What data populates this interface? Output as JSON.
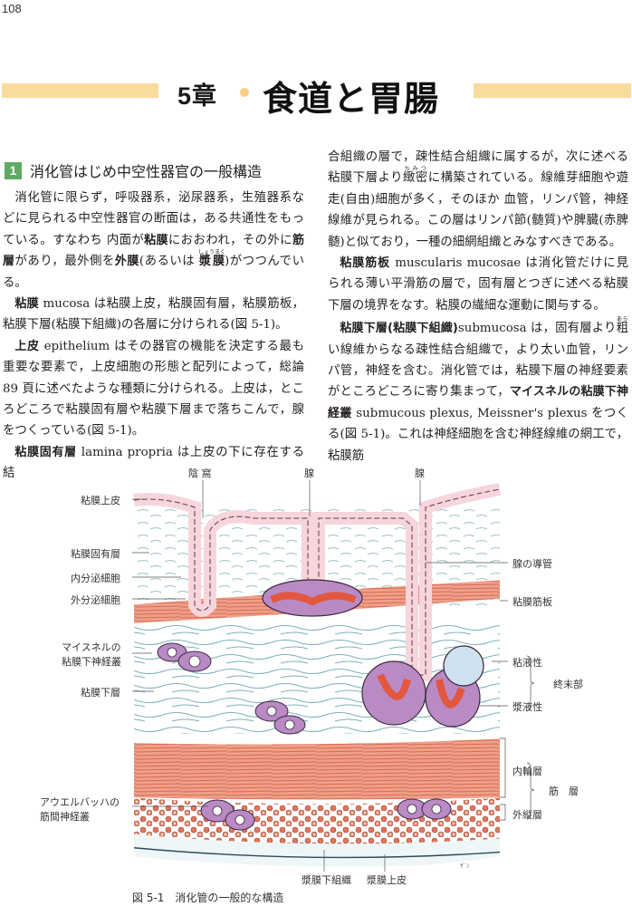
{
  "page_number": "108",
  "chapter": {
    "number": "5章",
    "title": "食道と胃腸",
    "bar_color": "#fadb9e",
    "dot_color": "#f7cf86"
  },
  "section": {
    "number": "1",
    "title": "消化管はじめ中空性器官の一般構造",
    "badge_color": "#5daa63"
  },
  "left_column": {
    "p1": {
      "t1": "消化管に限らず，呼吸器系，泌尿器系，生殖器系などに見られる中空性器官の断面は，ある共通性をもっている。すなわち 内面が",
      "b1": "粘膜",
      "t2": "におおわれ，その外に",
      "b2": "筋層",
      "t3": "があり，最外側を",
      "b3": "外膜",
      "t4": "(あるいは ",
      "b4": "漿膜",
      "b4_ruby": "しょうまく",
      "t5": ")がつつんでいる。"
    },
    "p2": {
      "b1": "粘膜",
      "t1": " mucosa は粘膜上皮，粘膜固有層，粘膜筋板，粘膜下層(粘膜下組織)の各層に分けられる(図 5-1)。"
    },
    "p3": {
      "b1": "上皮",
      "t1": " epithelium はその器官の機能を決定する最も重要な要素で，上皮細胞の形態と配列によって，総論 89 頁に述べたような種類に分けられる。上皮は，ところどころで粘膜固有層や粘膜下層まで落ちこんで，腺をつくっている(図 5-1)。"
    },
    "p4": {
      "b1": "粘膜固有層",
      "t1": " lamina propria は上皮の下に存在する結"
    }
  },
  "right_column": {
    "p1": {
      "t1": "合組織の層で，疎性結合組織に属するが，次に述べる粘膜下層より",
      "r1": "緻密",
      "r1_ruby": "ちみつ",
      "t2": "に構築されている。線維芽細胞や遊走(自由)細胞が多く，そのほか 血管，リンパ管，神経線維が見られる。この層はリンパ節(髄質)や脾臓(赤脾髄)と似ており，一種の細網組織とみなすべきである。"
    },
    "p2": {
      "b1": "粘膜筋板",
      "t1": " muscularis mucosae は消化管だけに見られる薄い平滑筋の層で，固有層とつぎに述べる粘膜下層の境界をなす。粘膜の繊細な運動に関与する。"
    },
    "p3": {
      "b1": "粘膜下層(粘膜下組織)",
      "t1": "submucosa は，固有層より",
      "r1": "粗",
      "r1_ruby": "あら",
      "t2": "い線維からなる疎性結合組織で，より太い血管，リンパ管，神経を含む。消化管では，粘膜下層の神経要素がところどころに寄り集まって，",
      "b2": "マイスネルの粘膜下神経叢",
      "t3": " submucous plexus, Meissner's plexus をつくる(図 5-1)。これは神経細胞を含む神経線維の網工で，粘膜筋"
    }
  },
  "figure": {
    "top_labels": {
      "crypt": "陰 窩",
      "gland1": "腺",
      "gland2": "腺"
    },
    "left_labels": {
      "mucosal_epithelium": "粘膜上皮",
      "lamina_propria": "粘膜固有層",
      "endocrine_cell": "内分泌細胞",
      "exocrine_cell": "外分泌細胞",
      "meissner_1": "マイスネルの",
      "meissner_2": "粘膜下神経叢",
      "submucosa": "粘膜下層",
      "auerbach_1": "アウエルバッハの",
      "auerbach_2": "筋間神経叢"
    },
    "right_labels": {
      "gland_duct": "腺の導管",
      "muscularis_mucosae": "粘膜筋板",
      "mucous": "粘液性",
      "serous": "漿液性",
      "terminal_portion": "終末部",
      "inner_circular": "内輪層",
      "outer_longitudinal": "外縦層",
      "muscle_layer": "筋　層"
    },
    "bottom_labels": {
      "subserosa": "漿膜下組織",
      "serosa_epithelium": "漿膜上皮"
    },
    "caption_number": "図 5-1",
    "caption_text": "消化管の一般的な構造",
    "colors": {
      "epithelium": "#f6d5dc",
      "nucleus": "#8fb8d8",
      "muscle": "#e8836a",
      "gland_purple": "#b98ac4",
      "gland_red": "#e2573d",
      "mucous_blue": "#cfe0ee",
      "fiber": "#7fb1bb"
    }
  }
}
